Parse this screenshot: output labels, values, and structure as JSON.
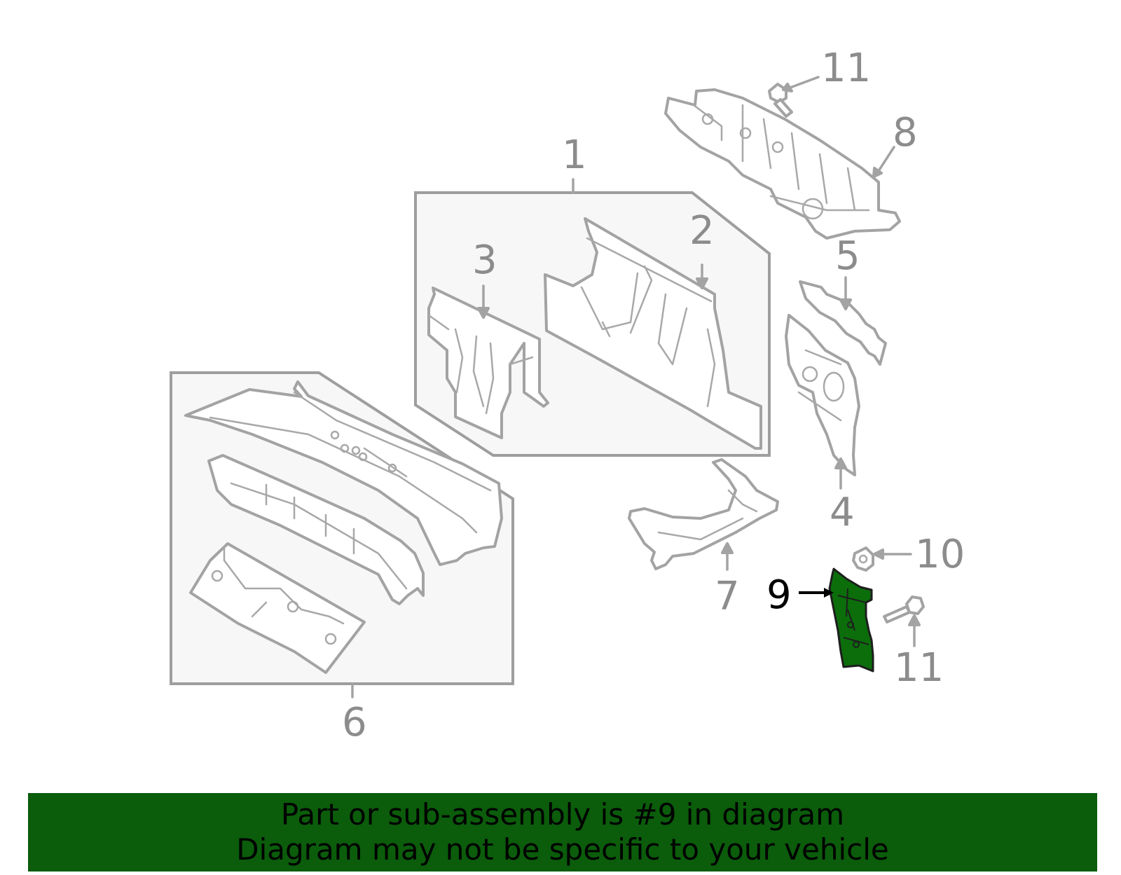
{
  "callouts": {
    "c1": "1",
    "c2": "2",
    "c3": "3",
    "c4": "4",
    "c5": "5",
    "c6": "6",
    "c7": "7",
    "c8": "8",
    "c9": "9",
    "c10": "10",
    "c11_top": "11",
    "c11_bottom": "11"
  },
  "highlighted_part": "9",
  "banner": {
    "line1": "Part or sub-assembly is #9 in diagram",
    "line2": "Diagram may not be specific to your vehicle"
  },
  "colors": {
    "highlight_fill": "#0b6e0b",
    "banner_background": "#0b5c0b",
    "line_gray": "#a3a3a3"
  }
}
